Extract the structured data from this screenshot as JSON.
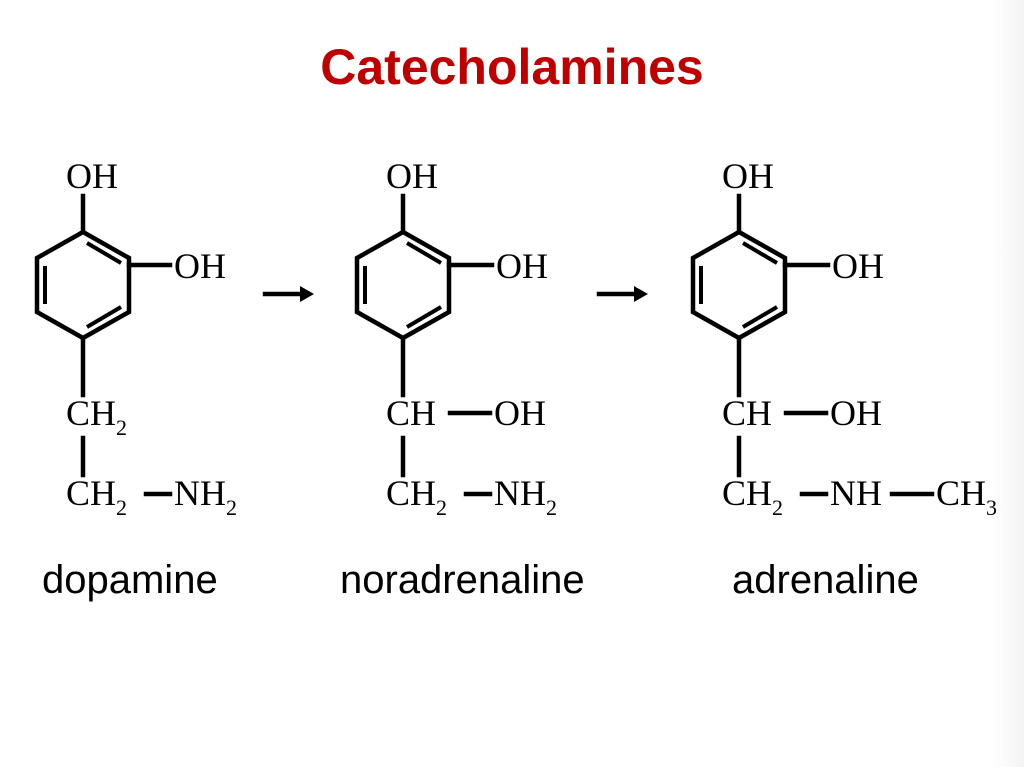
{
  "title": "Catecholamines",
  "molecules": [
    {
      "name": "dopamine",
      "groups": {
        "oh_top": "OH",
        "oh_right": "OH",
        "ch2": "CH",
        "ch2_sub": "2",
        "ch2b": "CH",
        "ch2b_sub": "2",
        "nh2": "NH",
        "nh2_sub": "2"
      }
    },
    {
      "name": "noradrenaline",
      "groups": {
        "oh_top": "OH",
        "oh_right": "OH",
        "ch": "CH",
        "oh_side": "OH",
        "ch2b": "CH",
        "ch2b_sub": "2",
        "nh2": "NH",
        "nh2_sub": "2"
      }
    },
    {
      "name": "adrenaline",
      "groups": {
        "oh_top": "OH",
        "oh_right": "OH",
        "ch": "CH",
        "oh_side": "OH",
        "ch2b": "CH",
        "ch2b_sub": "2",
        "nh": "NH",
        "ch3": "CH",
        "ch3_sub": "3"
      }
    }
  ],
  "arrows": [
    "dopamine-to-noradrenaline",
    "noradrenaline-to-adrenaline"
  ],
  "colors": {
    "title": "#c00000",
    "text": "#000000"
  }
}
